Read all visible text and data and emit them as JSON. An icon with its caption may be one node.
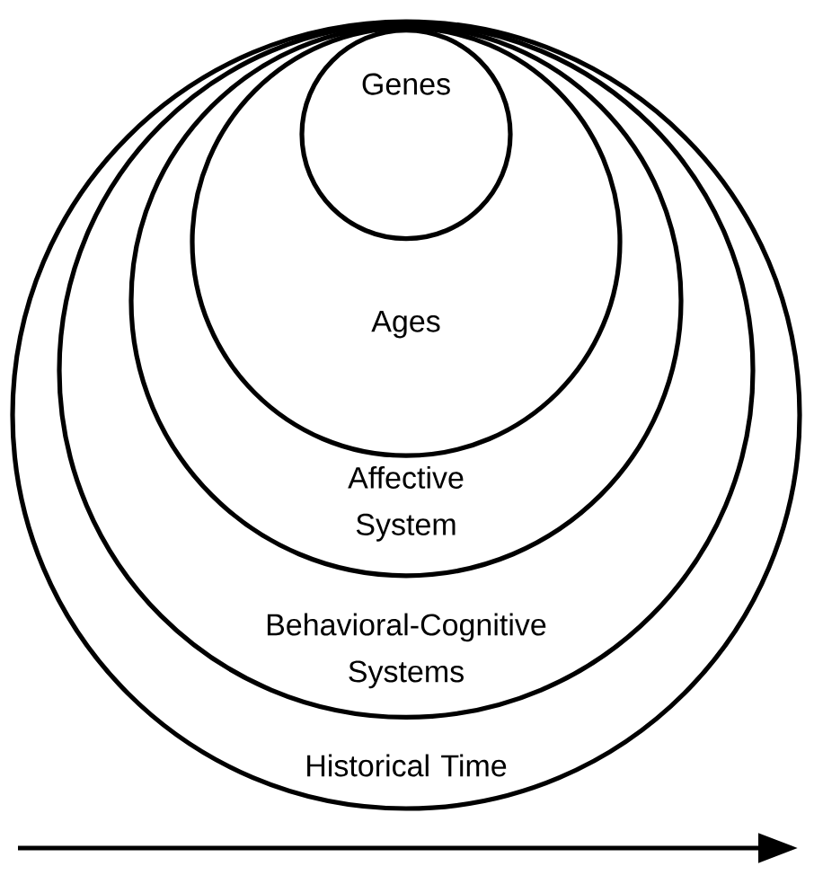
{
  "diagram": {
    "nodes": [
      {
        "text": [
          "Historical Time"
        ]
      },
      {
        "text": [
          "Behavioral-Cognitive Systems"
        ],
        "in": 0
      },
      {
        "text": [
          "Affective System"
        ],
        "in": 1
      },
      {
        "text": [
          "Ages"
        ],
        "in": 2
      },
      {
        "text": [
          "Genes"
        ],
        "in": 3
      }
    ]
  }
}
